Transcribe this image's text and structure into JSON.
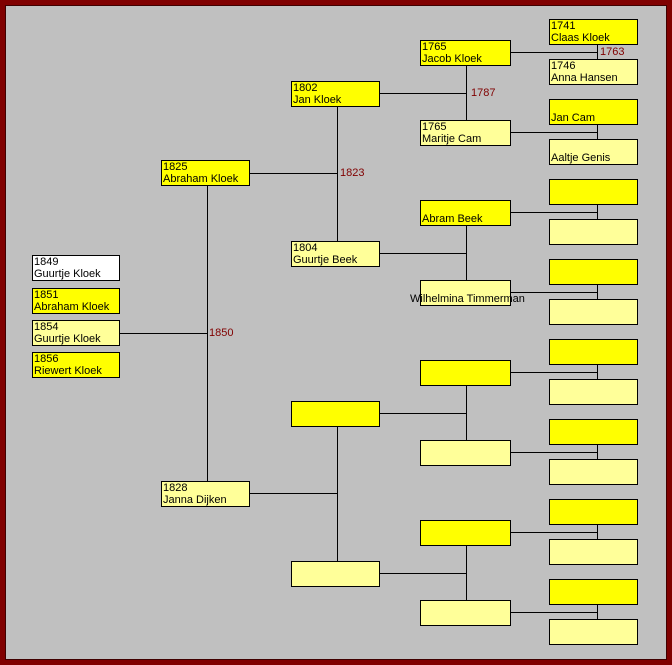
{
  "children": [
    {
      "year": "1849",
      "name": "Guurtje Kloek",
      "color": "white"
    },
    {
      "year": "1851",
      "name": "Abraham Kloek",
      "color": "yellow"
    },
    {
      "year": "1854",
      "name": "Guurtje Kloek",
      "color": "light"
    },
    {
      "year": "1856",
      "name": "Riewert Kloek",
      "color": "yellow"
    }
  ],
  "gen1": [
    {
      "year": "1825",
      "name": "Abraham Kloek",
      "color": "yellow"
    },
    {
      "year": "1828",
      "name": "Janna Dijken",
      "color": "light"
    }
  ],
  "gen2": [
    {
      "year": "1802",
      "name": "Jan Kloek",
      "color": "yellow"
    },
    {
      "year": "1804",
      "name": "Guurtje Beek",
      "color": "light"
    },
    {
      "year": "",
      "name": "",
      "color": "yellow"
    },
    {
      "year": "",
      "name": "",
      "color": "light"
    }
  ],
  "gen3": [
    {
      "year": "1765",
      "name": "Jacob Kloek",
      "color": "yellow"
    },
    {
      "year": "1765",
      "name": "Maritje Cam",
      "color": "light"
    },
    {
      "year": "",
      "name": "Abram Beek",
      "color": "yellow"
    },
    {
      "year": "",
      "name": "Wilhelmina Timmerman",
      "color": "light"
    },
    {
      "year": "",
      "name": "",
      "color": "yellow"
    },
    {
      "year": "",
      "name": "",
      "color": "light"
    },
    {
      "year": "",
      "name": "",
      "color": "yellow"
    },
    {
      "year": "",
      "name": "",
      "color": "light"
    }
  ],
  "gen4": [
    {
      "year": "1741",
      "name": "Claas Kloek",
      "color": "yellow"
    },
    {
      "year": "1746",
      "name": "Anna Hansen",
      "color": "light"
    },
    {
      "year": "",
      "name": "Jan Cam",
      "color": "yellow"
    },
    {
      "year": "",
      "name": "Aaltje Genis",
      "color": "light"
    },
    {
      "year": "",
      "name": "",
      "color": "yellow"
    },
    {
      "year": "",
      "name": "",
      "color": "light"
    },
    {
      "year": "",
      "name": "",
      "color": "yellow"
    },
    {
      "year": "",
      "name": "",
      "color": "light"
    },
    {
      "year": "",
      "name": "",
      "color": "yellow"
    },
    {
      "year": "",
      "name": "",
      "color": "light"
    },
    {
      "year": "",
      "name": "",
      "color": "yellow"
    },
    {
      "year": "",
      "name": "",
      "color": "light"
    },
    {
      "year": "",
      "name": "",
      "color": "yellow"
    },
    {
      "year": "",
      "name": "",
      "color": "light"
    },
    {
      "year": "",
      "name": "",
      "color": "yellow"
    },
    {
      "year": "",
      "name": "",
      "color": "light"
    }
  ],
  "marriages": {
    "gen1": "1850",
    "gen2_0": "1823",
    "gen3_0": "1787",
    "gen4_0": "1763"
  }
}
